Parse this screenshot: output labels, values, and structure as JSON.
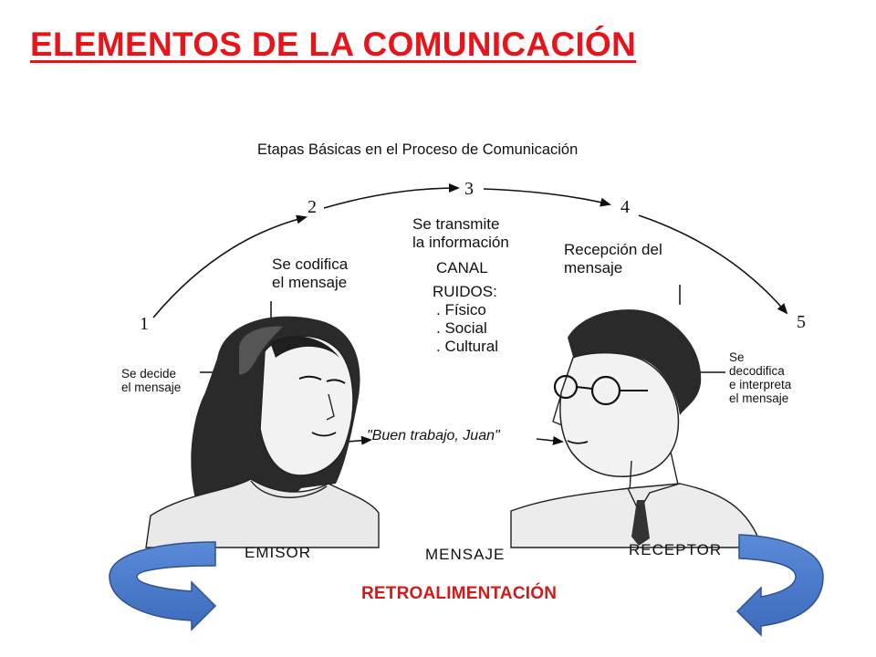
{
  "title": "ELEMENTOS  DE  LA  COMUNICACIÓN",
  "diagram": {
    "heading": "Etapas Básicas en el Proceso de Comunicación",
    "steps": {
      "s1": {
        "num": "1",
        "text": [
          "Se decide",
          "el mensaje"
        ]
      },
      "s2": {
        "num": "2",
        "text": [
          "Se codifica",
          "el mensaje"
        ]
      },
      "s3": {
        "num": "3",
        "text": [
          "Se transmite",
          "la información"
        ]
      },
      "s4": {
        "num": "4",
        "text": [
          "Recepción del",
          "mensaje"
        ]
      },
      "s5": {
        "num": "5",
        "text": [
          "Se",
          "decodifica",
          "e interpreta",
          "el mensaje"
        ]
      }
    },
    "canal": "CANAL",
    "ruidos": {
      "label": "RUIDOS:",
      "items": [
        ". Físico",
        ". Social",
        ". Cultural"
      ]
    },
    "message_quote": "\"Buen trabajo, Juan\"",
    "labels": {
      "emisor": "EMISOR",
      "mensaje": "MENSAJE",
      "receptor": "RECEPTOR"
    },
    "feedback": "RETROALIMENTACIÓN"
  },
  "colors": {
    "title": "#e8141b",
    "feedback_text": "#d11a1a",
    "feedback_arrow_fill": "#4a7bd0",
    "feedback_arrow_stroke": "#2f528f"
  }
}
